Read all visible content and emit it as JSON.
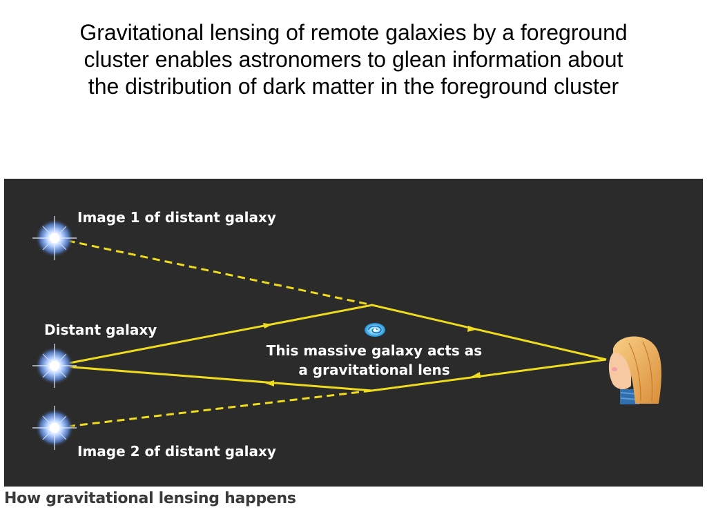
{
  "slide": {
    "title_lines": [
      "Gravitational lensing of remote galaxies by a foreground",
      "cluster enables astronomers to glean information about",
      "the distribution of dark matter in the foreground cluster"
    ]
  },
  "diagram": {
    "labels": {
      "image1": "Image 1 of distant galaxy",
      "distant": "Distant galaxy",
      "lens_line1": "This massive galaxy acts as",
      "lens_line2": "a gravitational lens",
      "image2": "Image 2 of distant galaxy"
    },
    "caption": "How gravitational lensing happens",
    "icons": [
      "star-icon",
      "spiral-galaxy-icon",
      "observer-icon"
    ],
    "colors": {
      "background": "#2b2b2b",
      "ray": "#f0dc1e",
      "label": "#ffffff",
      "caption": "#3a3a3a"
    }
  }
}
